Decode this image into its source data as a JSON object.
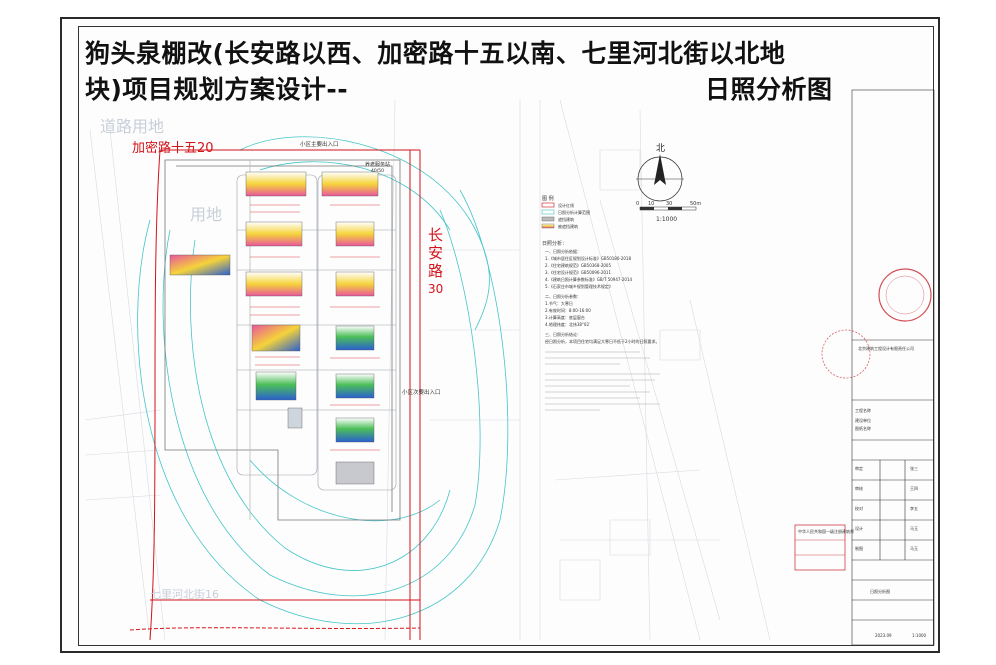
{
  "title": {
    "line1": "狗头泉棚改(长安路以西、加密路十五以南、七里河北街以北地",
    "line2": "块)项目规划方案设计--",
    "line3": "日照分析图"
  },
  "roads": {
    "north": "加密路十五20",
    "east_char1": "长",
    "east_char2": "安",
    "east_char3": "路",
    "east_num": "30",
    "south": "七里河北街16",
    "faded_nw": "道路用地",
    "faded_w": "用地"
  },
  "site": {
    "main_entrance": "小区主要出入口",
    "side_exit": "小区次要出入口",
    "building_label": "养老服务站",
    "building_sub": "40/50"
  },
  "compass": {
    "label": "北"
  },
  "scale": {
    "ticks": [
      "0",
      "10",
      "30",
      "50m"
    ],
    "ratio": "1:1000"
  },
  "legend": {
    "heading": "图 例",
    "items": [
      "设计红线",
      "日照分析计算范围",
      "遮挡建筑",
      "被遮挡建筑"
    ]
  },
  "notes": {
    "heading": "日照分析：",
    "lines": [
      "一、日照分析依据：",
      "1.《城市居住区规划设计标准》GB50180-2018",
      "2.《住宅建筑规范》GB50368-2005",
      "3.《住宅设计规范》GB50096-2011",
      "4.《建筑日照计算参数标准》GB/T 50947-2014",
      "5.《石家庄市城乡规划管理技术规定》",
      "二、日照分析参数：",
      "1.节气：大寒日",
      "2.有效时间：8:00-16:00",
      "3.计算高度：底层窗台",
      "4.地理纬度：北纬38°02′",
      "三、日照分析结论：",
      "经日照分析，本项目住宅均满足大寒日不低于2小时的日照要求。"
    ]
  },
  "title_block": {
    "company": "北京建筑工程设计有限责任公司",
    "rows": [
      {
        "label": "工程名称",
        "value": ""
      },
      {
        "label": "建设单位",
        "value": ""
      },
      {
        "label": "图纸名称",
        "value": "日照分析图"
      },
      {
        "label": "审定",
        "value": "张三"
      },
      {
        "label": "审核",
        "value": "王四"
      },
      {
        "label": "校对",
        "value": "李五"
      },
      {
        "label": "设计",
        "value": "马玉"
      },
      {
        "label": "制图",
        "value": "马玉"
      }
    ],
    "stamp_text": "中华人民共和国一级注册建筑师",
    "drawing_no": "日照分析图",
    "date": "2023.09",
    "scale": "1:1000"
  },
  "colors": {
    "red_line": "#d3141a",
    "cyan_contour": "#46c5c8",
    "building_warm": "#f5d33a",
    "building_pink": "#e8569c",
    "building_blue": "#2a5fd0",
    "building_green": "#4cbf58",
    "stamp_red": "#c8202a"
  }
}
